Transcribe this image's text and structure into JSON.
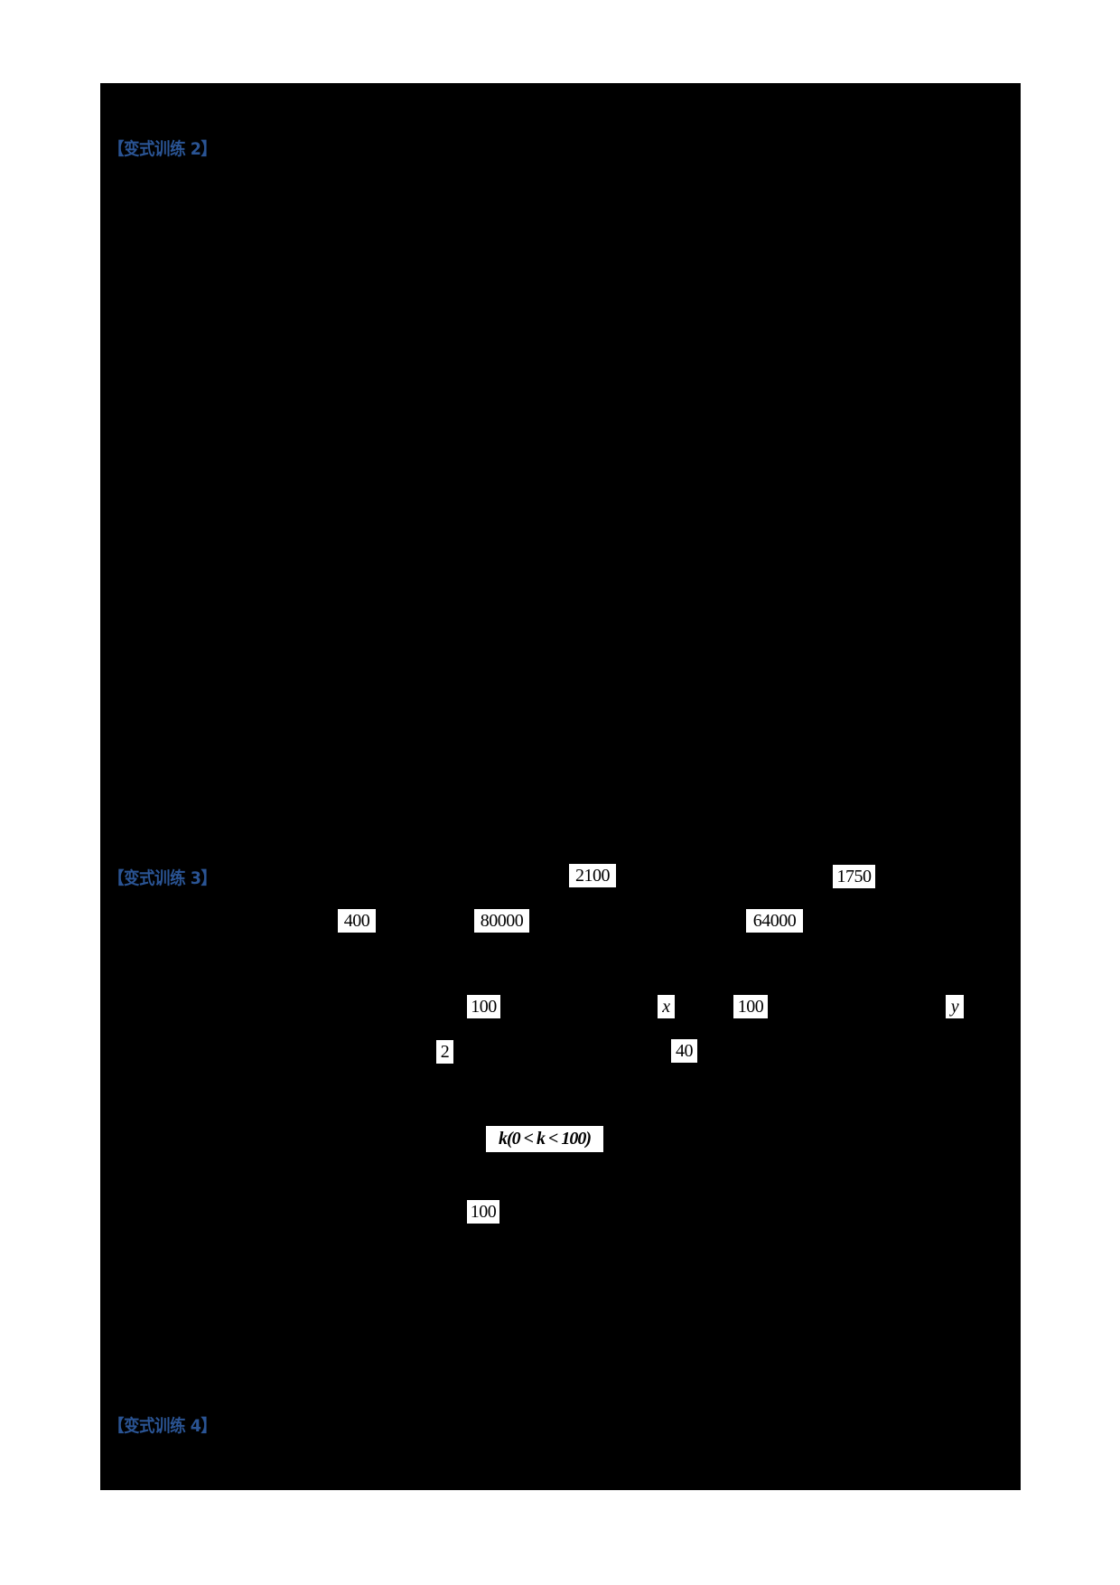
{
  "document": {
    "background_color": "#ffffff",
    "redaction_color": "#000000",
    "heading_color": "#2A5494"
  },
  "sections": [
    {
      "id": "variant-2",
      "heading": "【变式训练 2】"
    },
    {
      "id": "variant-3",
      "heading": "【变式训练 3】"
    },
    {
      "id": "variant-4",
      "heading": "【变式训练 4】"
    }
  ],
  "variant3": {
    "line1": {
      "value_a": "2100",
      "value_b": "1750"
    },
    "line2": {
      "value_a": "400",
      "value_b": "80000",
      "value_c": "64000"
    },
    "line3": {
      "value_a": "100",
      "var_x": "x",
      "value_b": "100",
      "var_y": "y"
    },
    "line4": {
      "value_a": "2",
      "value_b": "40"
    },
    "line5": {
      "expression": "k(0 < k < 100)"
    },
    "line6": {
      "value_a": "100"
    }
  }
}
